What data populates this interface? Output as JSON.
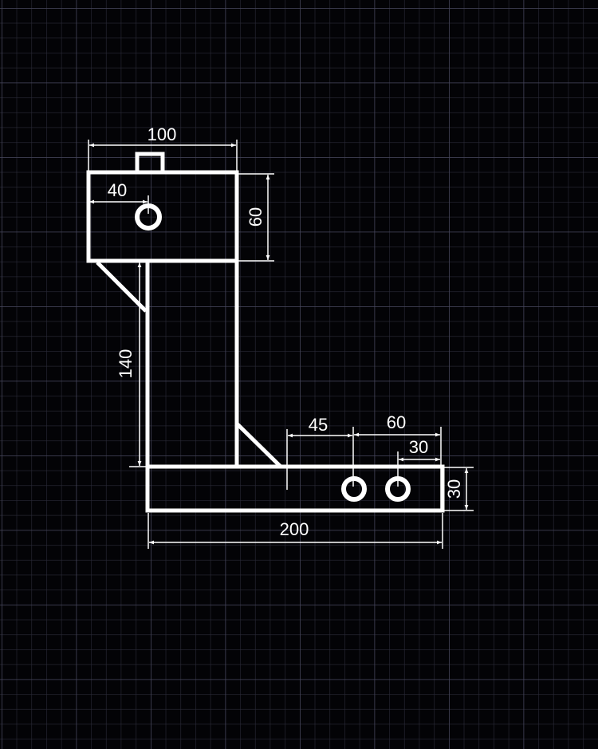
{
  "drawing": {
    "colors": {
      "background": "#030306",
      "grid_minor": "#2a2a38",
      "grid_major": "#44445a",
      "stroke": "#ffffff"
    },
    "dimensions": {
      "top_width": "100",
      "top_height": "60",
      "hole_offset": "40",
      "column_height": "140",
      "hole1_offset": "45",
      "hole_span": "60",
      "hole2_offset": "30",
      "base_height": "30",
      "base_width": "200"
    }
  }
}
